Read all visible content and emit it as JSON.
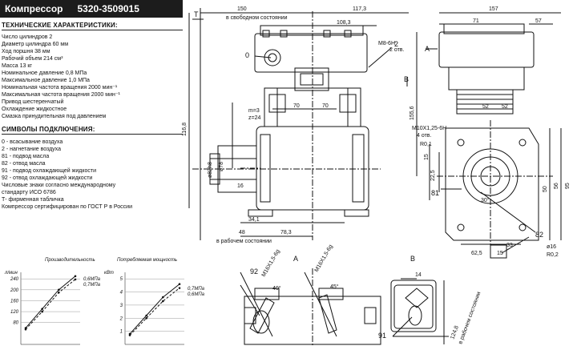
{
  "header": {
    "name": "Компрессор",
    "code": "5320-3509015"
  },
  "specs": {
    "title": "ТЕХНИЧЕСКИЕ ХАРАКТЕРИСТИКИ:",
    "lines": [
      "Число цилиндров 2",
      "Диаметр цилиндра 60 мм",
      "Ход поршня 38 мм",
      "Рабочий объем 214 см³",
      "Масса 13 кг",
      "Номинальное давление 0,8 МПа",
      "Максимальное давление 1,0 МПа",
      "Номинальная частота вращения 2000 мин⁻¹",
      "Максимальная частота вращения 2000 мин⁻¹",
      "Привод шестеренчатый",
      "Охлаждение жидкостное",
      "Смазка принудительная под давлением"
    ]
  },
  "symbols": {
    "title": "СИМВОЛЫ ПОДКЛЮЧЕНИЯ:",
    "lines": [
      "0 - всасывание воздуха",
      "2 - нагнетание воздуха",
      "81 - подвод масла",
      "82 - отвод масла",
      "91 - подвод охлаждающей жидкости",
      "92 - отвод охлаждающей жидкости",
      "Числовые знаки согласно международному",
      "стандарту ИСО 6786",
      "Т- фирменная табличка",
      "Компрессор сертифицирован по ГОСТ Р в России"
    ]
  },
  "dims": {
    "d1": "150",
    "d1note": "в свободном состоянии",
    "d2": "117,3",
    "d3": "108,3",
    "d4": "157",
    "d5": "71",
    "d6": "57",
    "d7": "M8-6H",
    "d7b": "2 отв.",
    "d8": "70",
    "d9": "70",
    "d10": "m=3",
    "d11": "z=24",
    "d12": "116,8",
    "d13": "ø82h8",
    "d14": "ø78",
    "d15": "16",
    "d16": "34,1",
    "d17": "48",
    "d18": "78,3",
    "d19": "в рабочем состоянии",
    "d20": "155,6",
    "d21": "52",
    "d22": "52",
    "d23": "M10X1,25-6H",
    "d24": "4 отв.",
    "d25": "R0,1",
    "d26": "62,5",
    "d27": "15",
    "d28": "33",
    "d29": "R0,2",
    "d30": "ø16",
    "d31": "30°",
    "d32": "M16X1,5-6g",
    "d33": "M16X1,5-6g",
    "d34": "45°",
    "d35": "40°",
    "d36": "14",
    "d37": "22,5",
    "d38": "50",
    "d39": "15",
    "d40": "56",
    "d41": "95",
    "d42": "124,8",
    "d43": "в рабочем состоянии"
  },
  "labels": {
    "l0": "0",
    "l2": "2",
    "l81": "81",
    "l82": "82",
    "l91": "91",
    "l92": "92",
    "lA": "А",
    "lB": "В",
    "lA2": "А",
    "lB2": "В",
    "lT": "T"
  },
  "charts": {
    "perf_title": "Производительность",
    "power_title": "Потребляемая мощность",
    "perf_unit": "л/мин",
    "power_unit": "кВт",
    "p1": "0,6МПа",
    "p2": "0,7МПа",
    "w1": "0,7МПа",
    "w2": "0,6МПа"
  },
  "chart_data": [
    {
      "type": "line",
      "title": "Производительность",
      "ylabel": "л/мин",
      "yticks": [
        80,
        120,
        160,
        200,
        240
      ],
      "series": [
        {
          "name": "0,6МПа",
          "y": [
            60,
            130,
            200,
            250
          ]
        },
        {
          "name": "0,7МПа",
          "y": [
            55,
            120,
            190,
            238
          ]
        }
      ]
    },
    {
      "type": "line",
      "title": "Потребляемая мощность",
      "ylabel": "кВт",
      "yticks": [
        1,
        2,
        3,
        4,
        5
      ],
      "series": [
        {
          "name": "0,7МПа",
          "y": [
            0.8,
            2.2,
            3.6,
            4.6
          ]
        },
        {
          "name": "0,6МПа",
          "y": [
            0.7,
            2.0,
            3.3,
            4.3
          ]
        }
      ]
    }
  ]
}
